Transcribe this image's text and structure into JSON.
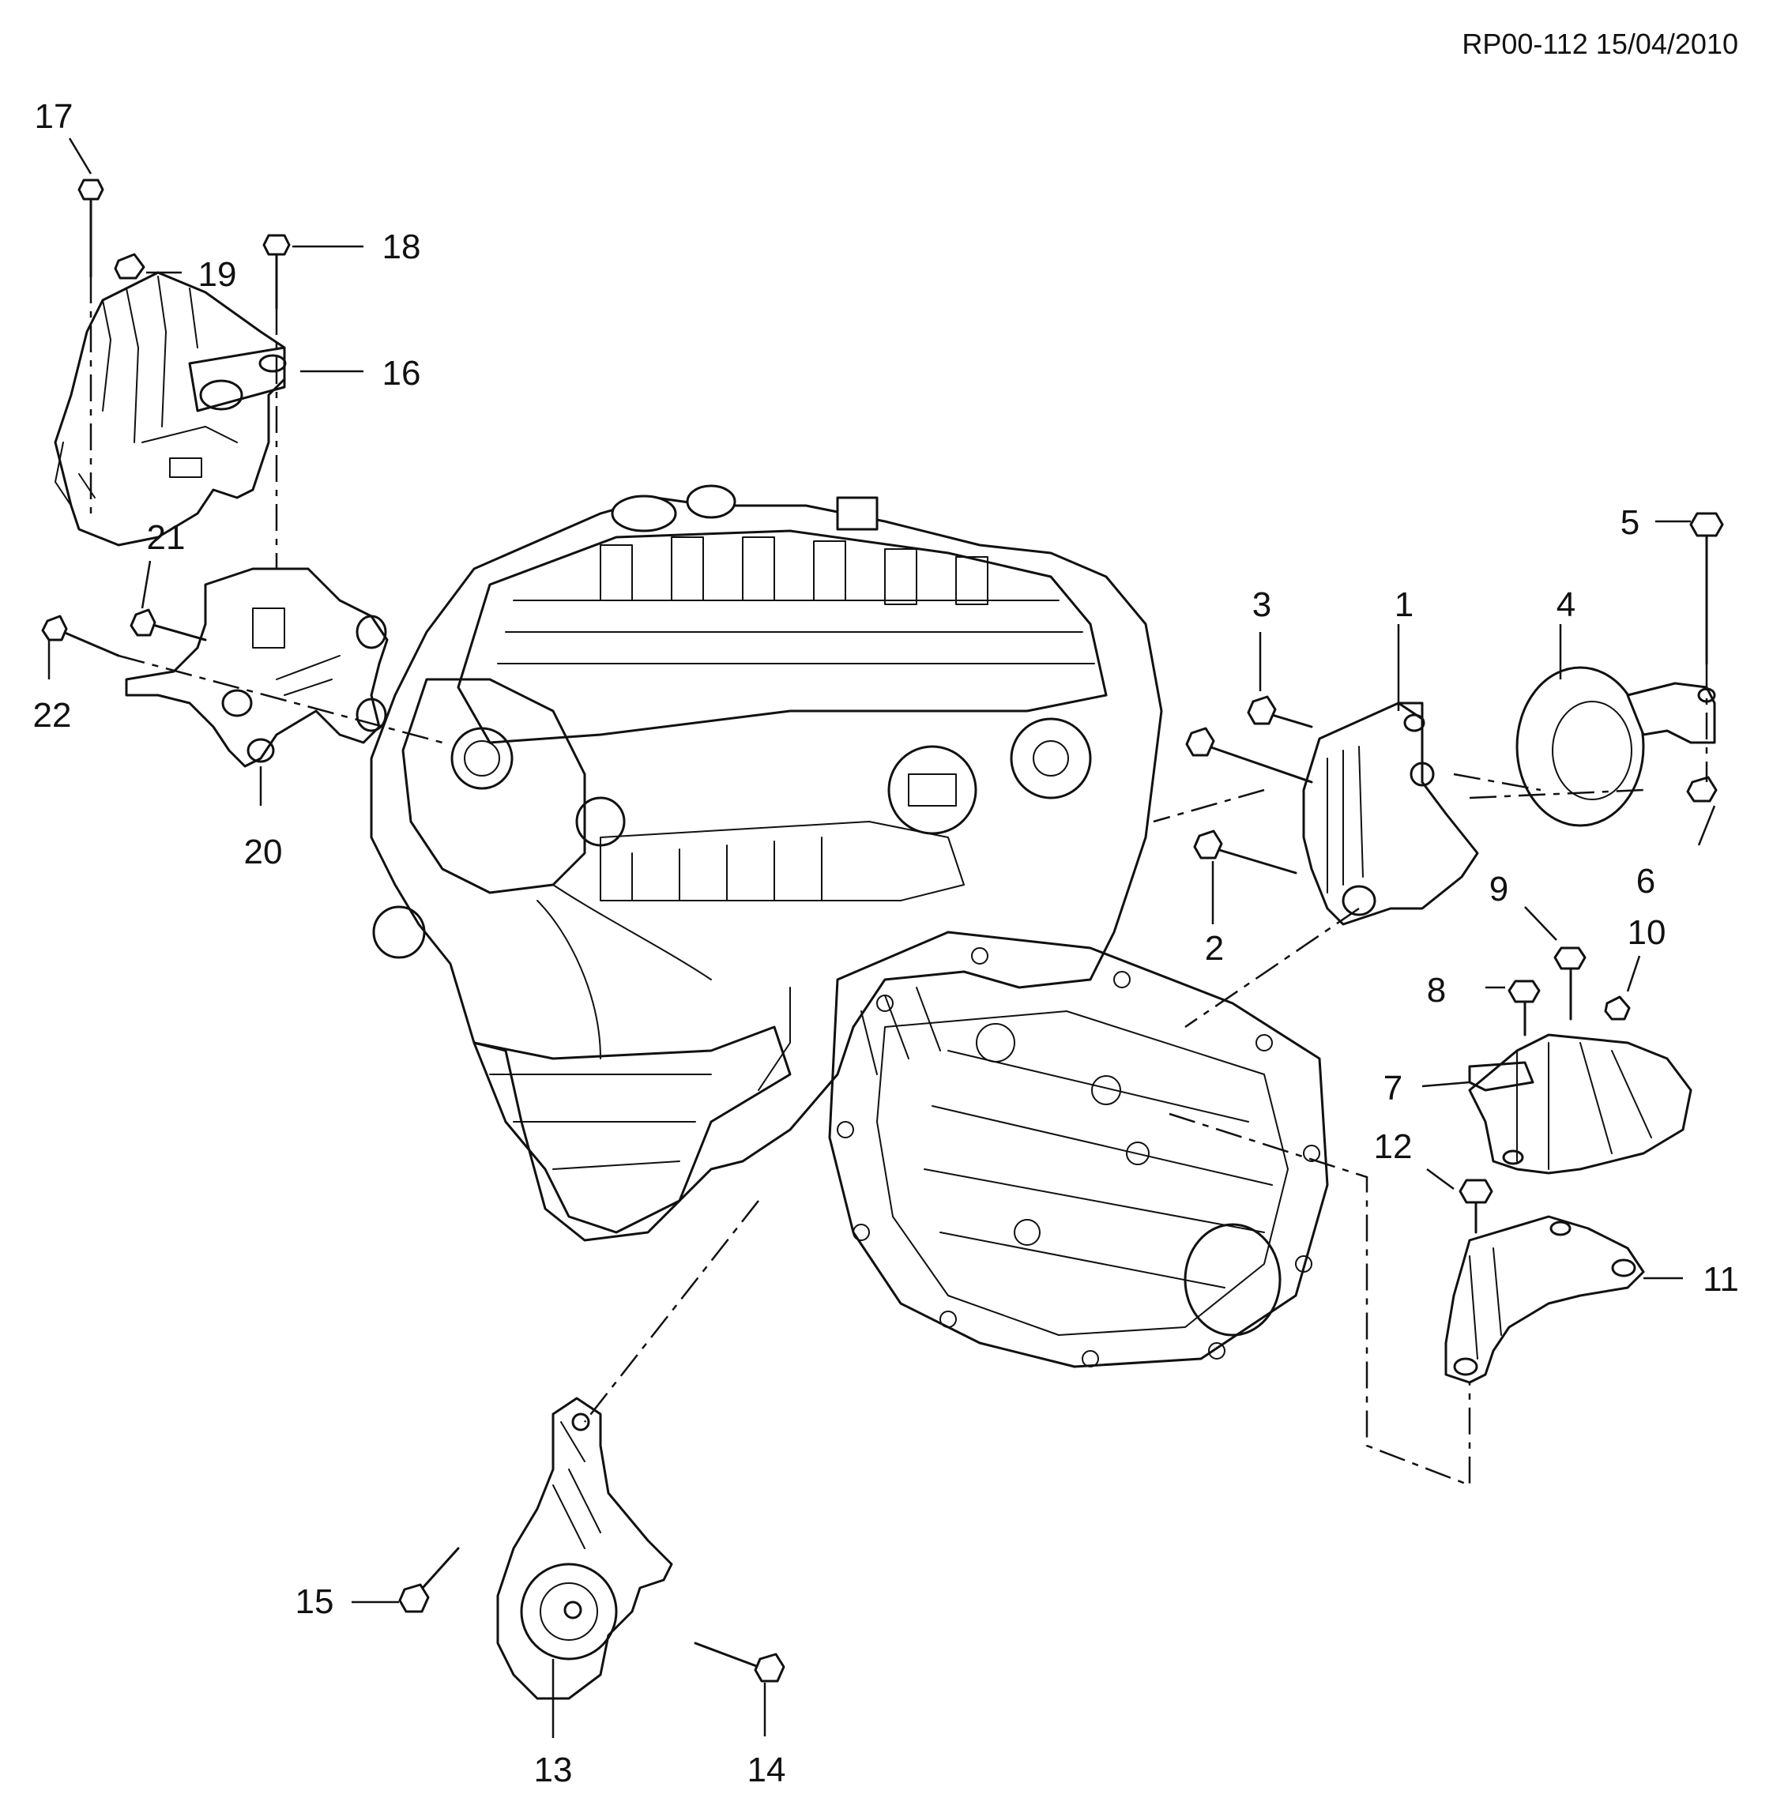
{
  "drawing_ref": "RP00-112 15/04/2010",
  "callouts": {
    "c1": "1",
    "c2": "2",
    "c3": "3",
    "c4": "4",
    "c5": "5",
    "c6": "6",
    "c7": "7",
    "c8": "8",
    "c9": "9",
    "c10": "10",
    "c11": "11",
    "c12": "12",
    "c13": "13",
    "c14": "14",
    "c15": "15",
    "c16": "16",
    "c17": "17",
    "c18": "18",
    "c19": "19",
    "c20": "20",
    "c21": "21",
    "c22": "22"
  }
}
